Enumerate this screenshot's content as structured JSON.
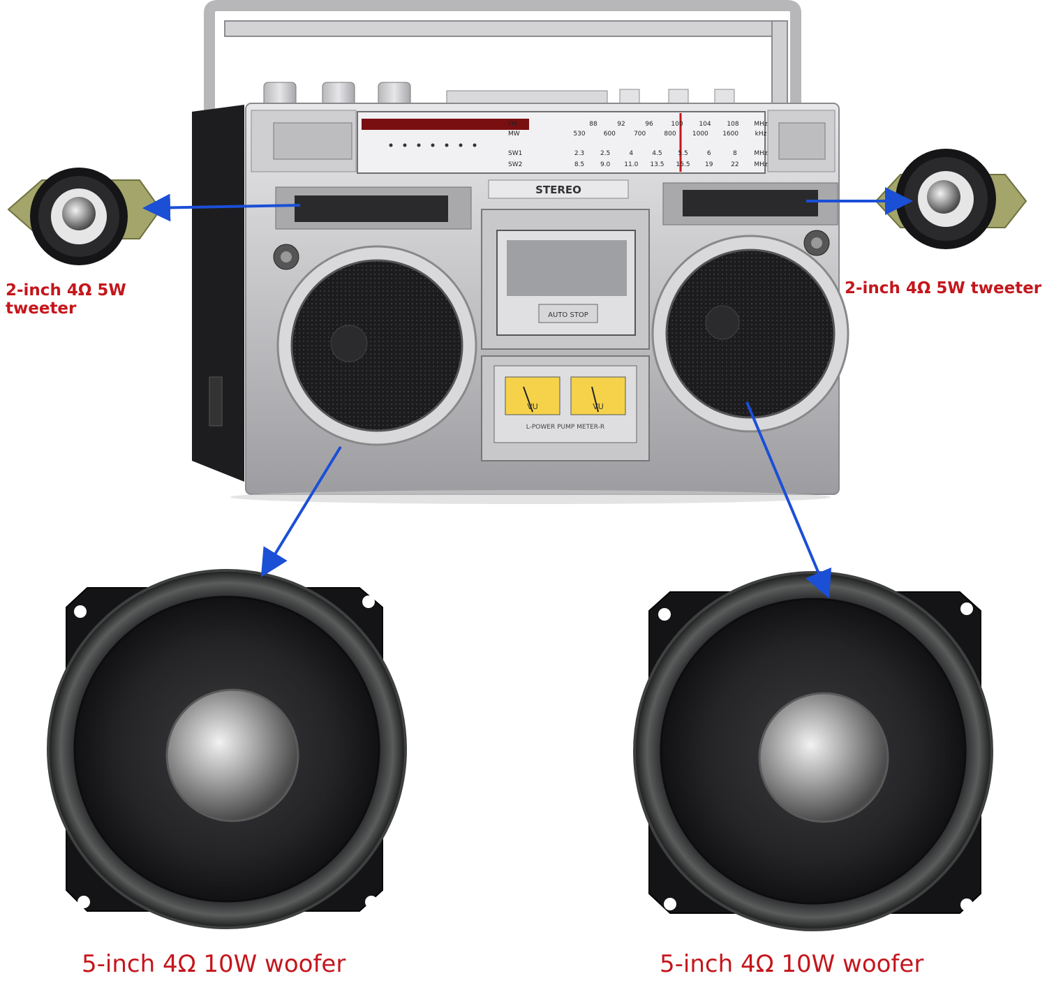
{
  "boombox": {
    "badge": "STEREO",
    "dial": {
      "fm_band": "FM",
      "fm_scale": [
        "88",
        "92",
        "96",
        "100",
        "104",
        "108",
        "MHz"
      ],
      "mw_band": "MW",
      "mw_scale": [
        "530",
        "600",
        "700",
        "800",
        "1000",
        "1600",
        "kHz"
      ],
      "sw1_band": "SW1",
      "sw1_scale": [
        "2.3",
        "2.5",
        "4",
        "4.5",
        "5.5",
        "6",
        "8",
        "MHz"
      ],
      "sw2_band": "SW2",
      "sw2_scale": [
        "8.5",
        "9.0",
        "11.0",
        "13.5",
        "15.5",
        "19",
        "22",
        "MHz"
      ]
    },
    "cassette_label": "AUTO STOP",
    "vu_meter_label": "VU",
    "power_meter_label": "L-POWER PUMP METER-R"
  },
  "labels": {
    "tweeter_left": [
      "2-inch 4Ω 5W",
      "tweeter"
    ],
    "tweeter_right": "2-inch 4Ω 5W tweeter",
    "woofer_left": "5-inch 4Ω 10W woofer",
    "woofer_right": "5-inch 4Ω 10W woofer"
  },
  "colors": {
    "label_text": "#c4161c",
    "arrow": "#1a4fd6",
    "silver": "#c9c9cc",
    "speaker_black": "#1a1a1a"
  }
}
